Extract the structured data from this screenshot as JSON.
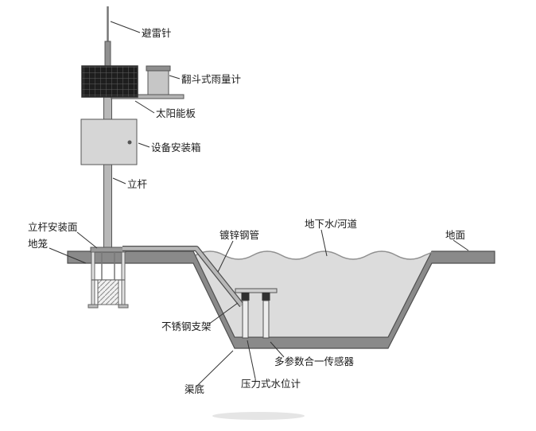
{
  "diagram": {
    "labels": {
      "lightning_rod": "避雷针",
      "rain_gauge": "翻斗式雨量计",
      "solar_panel": "太阳能板",
      "equipment_box": "设备安装箱",
      "pole": "立杆",
      "pole_mount_surface": "立杆安装面",
      "ground_cage": "地笼",
      "galvanized_pipe": "镀锌钢管",
      "water_channel": "地下水/河道",
      "ground_surface": "地面",
      "stainless_bracket": "不锈钢支架",
      "channel_bottom": "渠底",
      "pressure_level_gauge": "压力式水位计",
      "multi_param_sensor": "多参数合一传感器"
    },
    "colors": {
      "lining": "#8a8a8a",
      "water": "#dcdcdc",
      "panel_dark": "#1e1e1e",
      "box_fill": "#d6d6d6",
      "pole_fill": "#b8b8b8",
      "metal_light": "#c6c6c6",
      "outline": "#555555",
      "leader": "#333333"
    }
  }
}
